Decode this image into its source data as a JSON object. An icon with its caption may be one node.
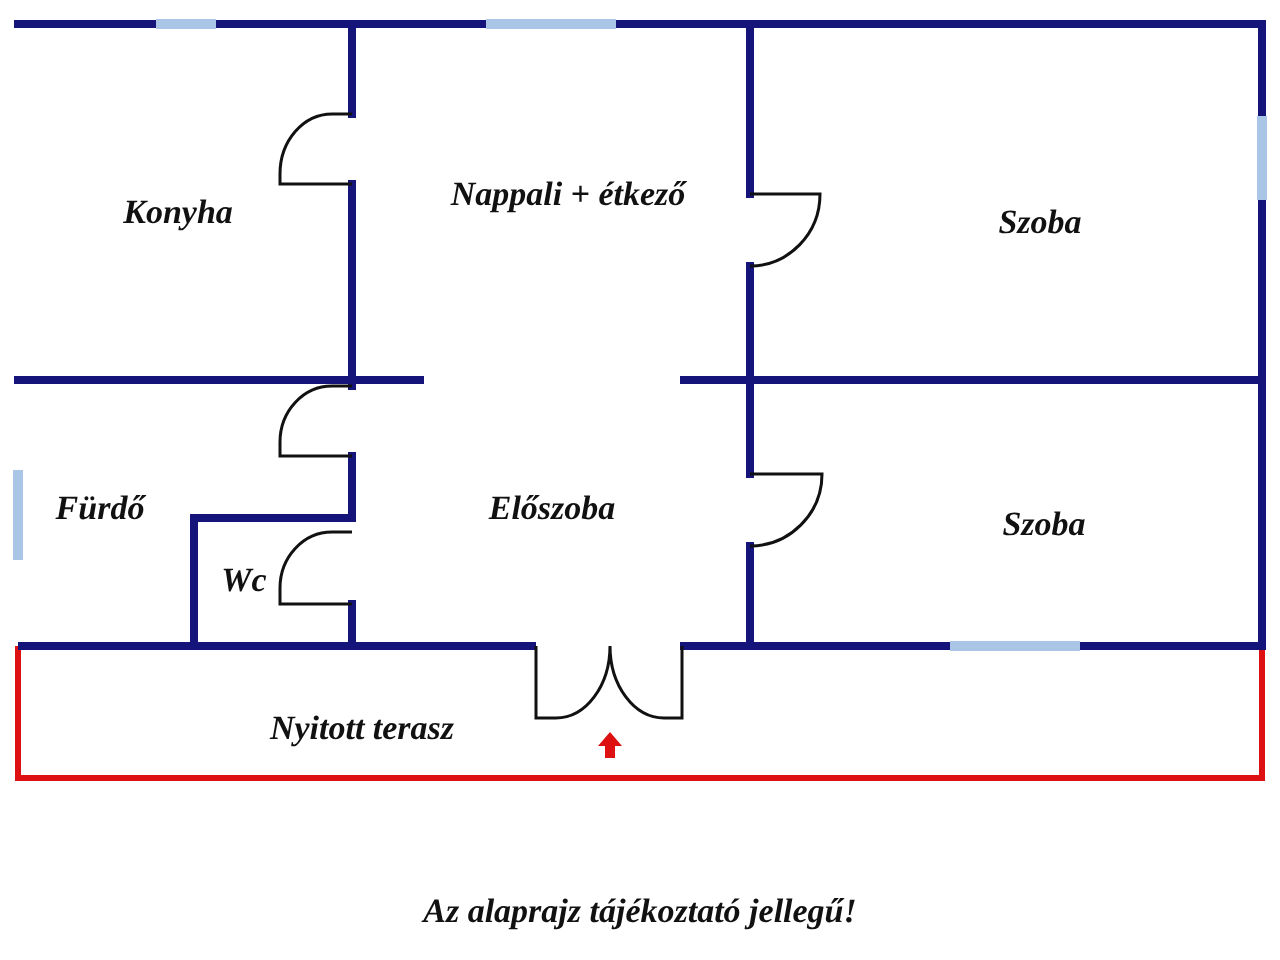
{
  "diagram": {
    "caption": "Az alaprajz tájékoztató jellegű!",
    "nodes": [
      {
        "text": [
          "Konyha"
        ]
      },
      {
        "text": [
          "Nappali + étkező"
        ]
      },
      {
        "text": [
          "Szoba"
        ]
      },
      {
        "text": [
          "Fürdő"
        ]
      },
      {
        "text": [
          "Wc"
        ],
        "in": 3
      },
      {
        "text": [
          "Előszoba"
        ]
      },
      {
        "text": [
          "Szoba"
        ]
      },
      {
        "text": [
          "Nyitott terasz"
        ]
      }
    ]
  }
}
